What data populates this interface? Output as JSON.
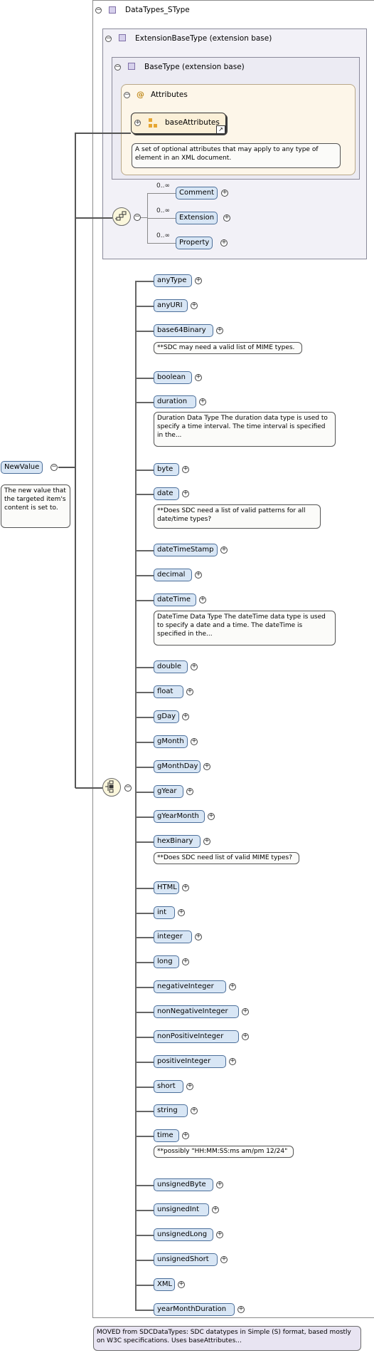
{
  "root": {
    "title": "DataTypes_SType",
    "annotation": "MOVED from SDCDataTypes: SDC datatypes in Simple (S) format, based mostly on W3C specifications. Uses baseAttributes..."
  },
  "extension": {
    "title": "ExtensionBaseType (extension base)",
    "base": {
      "title": "BaseType (extension base)",
      "attributes": {
        "title": "Attributes",
        "group_name": "baseAttributes",
        "group_note": "A set of optional attributes that may apply to any type of element in an XML document."
      }
    },
    "sequence_items": [
      {
        "label": "Comment",
        "occurs": "0..∞"
      },
      {
        "label": "Extension",
        "occurs": "0..∞"
      },
      {
        "label": "Property",
        "occurs": "0..∞"
      }
    ]
  },
  "element": {
    "name": "NewValue",
    "note": "The new value that the targeted item's content is set to."
  },
  "choice_items": [
    {
      "label": "anyType"
    },
    {
      "label": "anyURI"
    },
    {
      "label": "base64Binary",
      "note": "**SDC may need a valid list of MIME types."
    },
    {
      "label": "boolean"
    },
    {
      "label": "duration",
      "note": "Duration Data Type The duration data type is used to specify a time interval. The time interval is specified in the..."
    },
    {
      "label": "byte"
    },
    {
      "label": "date",
      "note": "**Does SDC need a list of valid patterns for all date/time types?"
    },
    {
      "label": "dateTimeStamp"
    },
    {
      "label": "decimal"
    },
    {
      "label": "dateTime",
      "note": "DateTime Data Type The dateTime data type is used to specify a date and a time. The dateTime is specified in the..."
    },
    {
      "label": "double"
    },
    {
      "label": "float"
    },
    {
      "label": "gDay"
    },
    {
      "label": "gMonth"
    },
    {
      "label": "gMonthDay"
    },
    {
      "label": "gYear"
    },
    {
      "label": "gYearMonth"
    },
    {
      "label": "hexBinary",
      "note": "**Does SDC need list of valid MIME types?"
    },
    {
      "label": "HTML"
    },
    {
      "label": "int"
    },
    {
      "label": "integer"
    },
    {
      "label": "long"
    },
    {
      "label": "negativeInteger"
    },
    {
      "label": "nonNegativeInteger"
    },
    {
      "label": "nonPositiveInteger"
    },
    {
      "label": "positiveInteger"
    },
    {
      "label": "short"
    },
    {
      "label": "string"
    },
    {
      "label": "time",
      "note": "**possibly \"HH:MM:SS:ms am/pm 12/24\""
    },
    {
      "label": "unsignedByte"
    },
    {
      "label": "unsignedInt"
    },
    {
      "label": "unsignedLong"
    },
    {
      "label": "unsignedShort"
    },
    {
      "label": "XML"
    },
    {
      "label": "yearMonthDuration"
    }
  ],
  "colors": {
    "element_fill": "#d8e6f5",
    "element_border": "#4c6f9a",
    "attr_panel": "#fdf6e9",
    "type_panel": "#f2f1f7"
  }
}
